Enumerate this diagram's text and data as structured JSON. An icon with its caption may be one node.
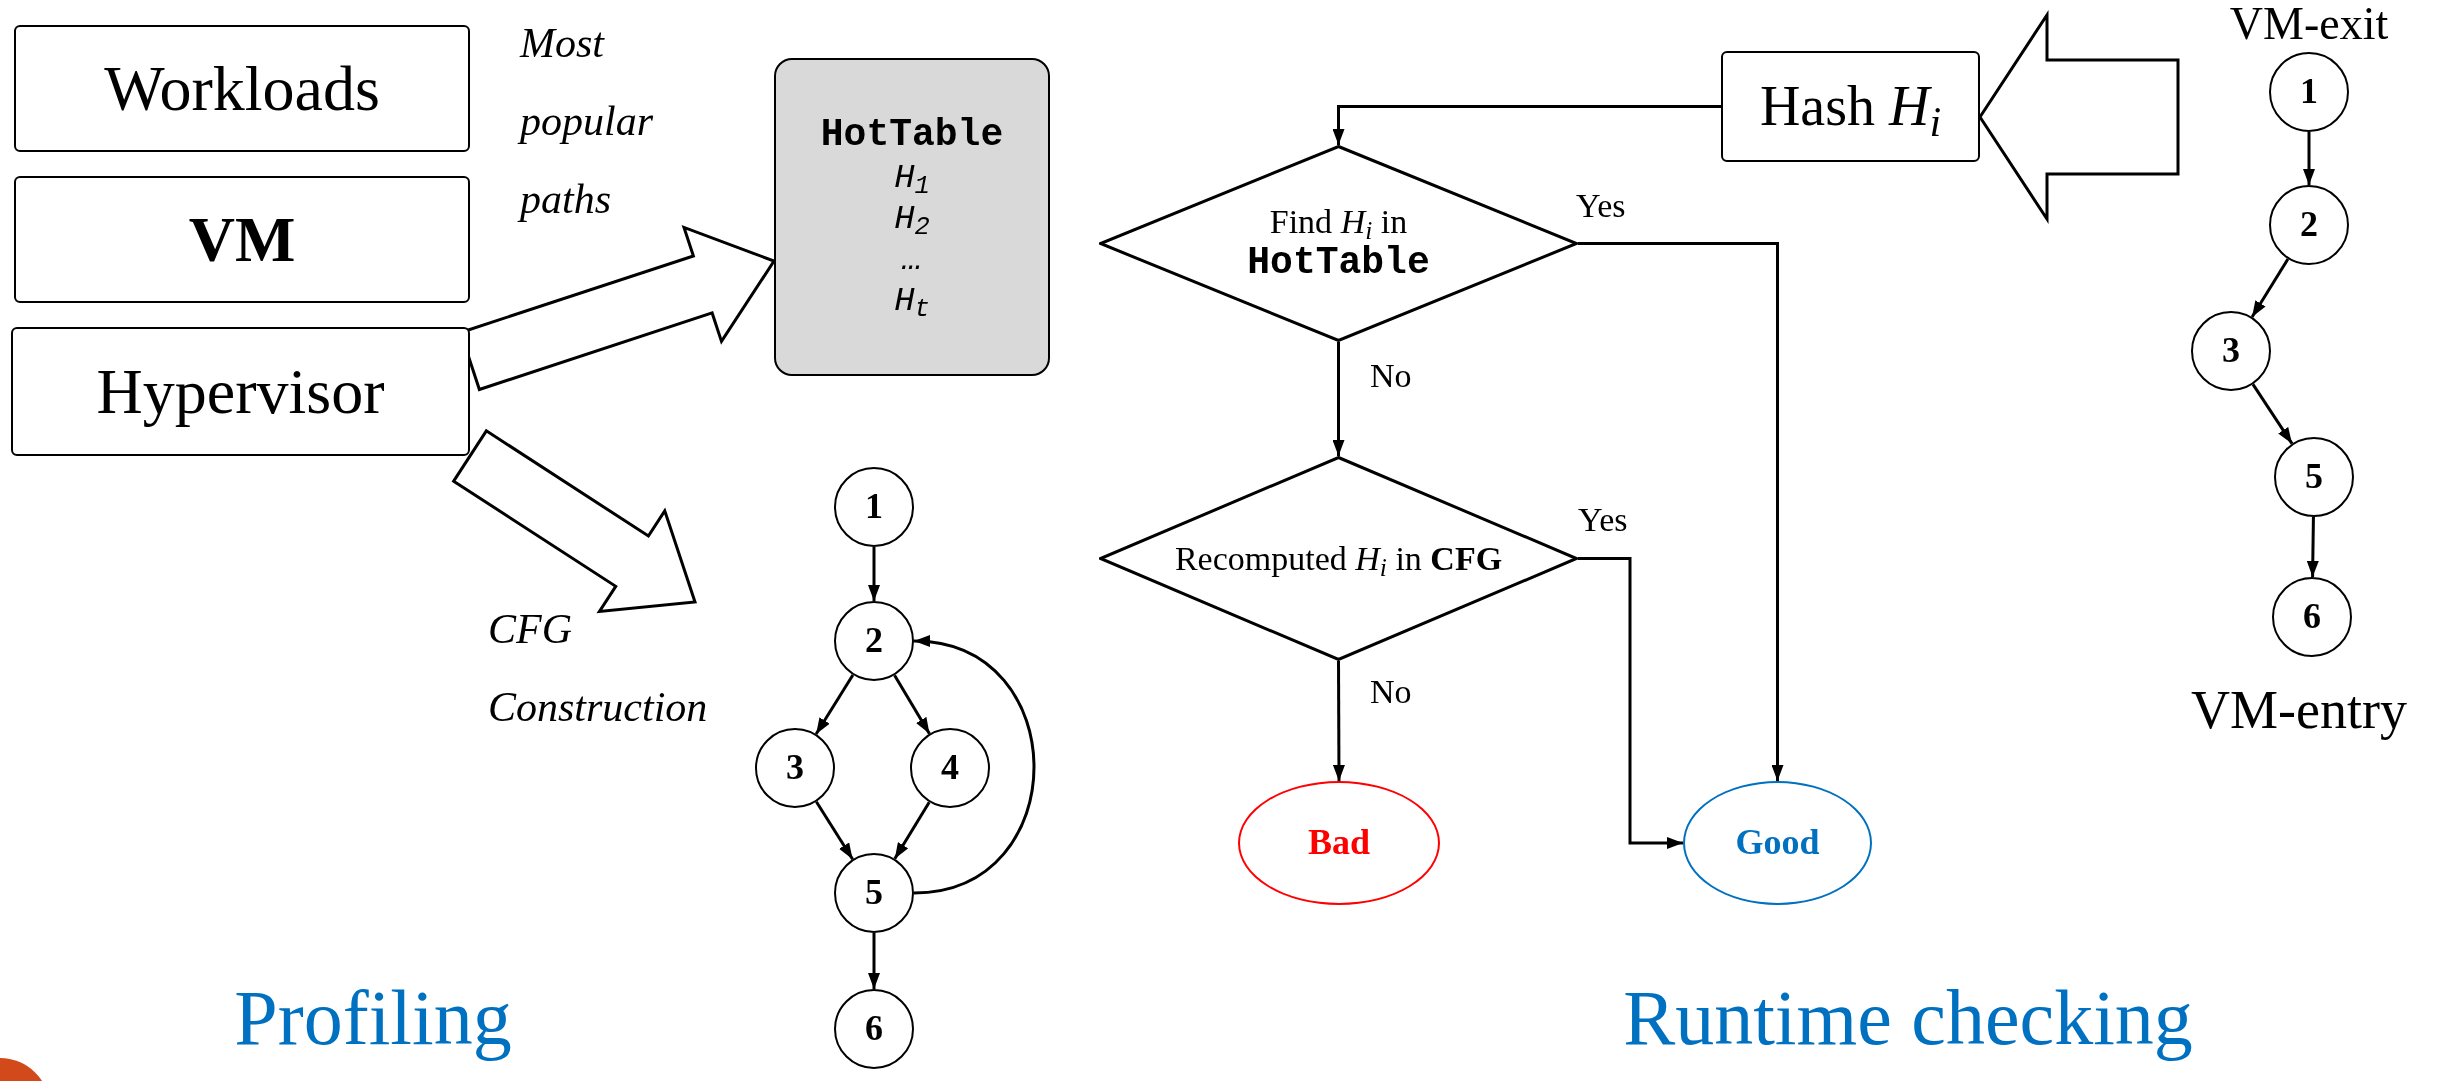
{
  "diagram": {
    "nodes": [
      {
        "text": [
          "Workloads"
        ]
      },
      {
        "text": [
          "VM"
        ]
      },
      {
        "text": [
          "Hypervisor"
        ]
      },
      {
        "text": [
          "HotTable",
          "H$_{1}$",
          "H$_{2}$",
          "…",
          "H$_{t}$"
        ]
      },
      {
        "text": [
          "1"
        ]
      },
      {
        "text": [
          "2"
        ]
      },
      {
        "text": [
          "3"
        ]
      },
      {
        "text": [
          "4"
        ]
      },
      {
        "text": [
          "5"
        ]
      },
      {
        "text": [
          "6"
        ]
      },
      {
        "text": [
          "Hash *H*$_{i}$"
        ]
      },
      {
        "text": [
          "Find *H*$_{i}$ in",
          "HotTable"
        ]
      },
      {
        "text": [
          "Recomputed *H*$_{i}$ in **CFG**"
        ]
      },
      {
        "text": [
          "Bad"
        ]
      },
      {
        "text": [
          "Good"
        ]
      },
      {
        "text": [
          "1"
        ]
      },
      {
        "text": [
          "2"
        ]
      },
      {
        "text": [
          "3"
        ]
      },
      {
        "text": [
          "5"
        ]
      },
      {
        "text": [
          "6"
        ]
      }
    ],
    "edges": [
      {
        "from": 2,
        "to": 3,
        "arrow": "to",
        "style": "thick",
        "label": "Most popular paths"
      },
      {
        "from": 2,
        "to": null,
        "arrow": "to",
        "style": "thick",
        "label": "CFG Construction"
      },
      {
        "from": null,
        "to": 10,
        "arrow": "to",
        "style": "thick"
      },
      {
        "from": 10,
        "to": 11,
        "arrow": "to"
      },
      {
        "from": 11,
        "to": 14,
        "arrow": "to",
        "label": "Yes"
      },
      {
        "from": 11,
        "to": 12,
        "arrow": "to",
        "label": "No"
      },
      {
        "from": 12,
        "to": 14,
        "arrow": "to",
        "label": "Yes"
      },
      {
        "from": 12,
        "to": 13,
        "arrow": "to",
        "label": "No"
      },
      {
        "from": 4,
        "to": 5,
        "arrow": "to"
      },
      {
        "from": 5,
        "to": 6,
        "arrow": "to"
      },
      {
        "from": 5,
        "to": 7,
        "arrow": "to"
      },
      {
        "from": 6,
        "to": 8,
        "arrow": "to"
      },
      {
        "from": 7,
        "to": 8,
        "arrow": "to"
      },
      {
        "from": 8,
        "to": 5,
        "arrow": "to"
      },
      {
        "from": 8,
        "to": 9,
        "arrow": "to"
      },
      {
        "from": 15,
        "to": 16,
        "arrow": "to"
      },
      {
        "from": 16,
        "to": 17,
        "arrow": "to"
      },
      {
        "from": 17,
        "to": 18,
        "arrow": "to"
      },
      {
        "from": 18,
        "to": 19,
        "arrow": "to"
      }
    ],
    "labels": [
      "VM-exit",
      "VM-entry",
      "Profiling",
      "Runtime checking"
    ]
  }
}
